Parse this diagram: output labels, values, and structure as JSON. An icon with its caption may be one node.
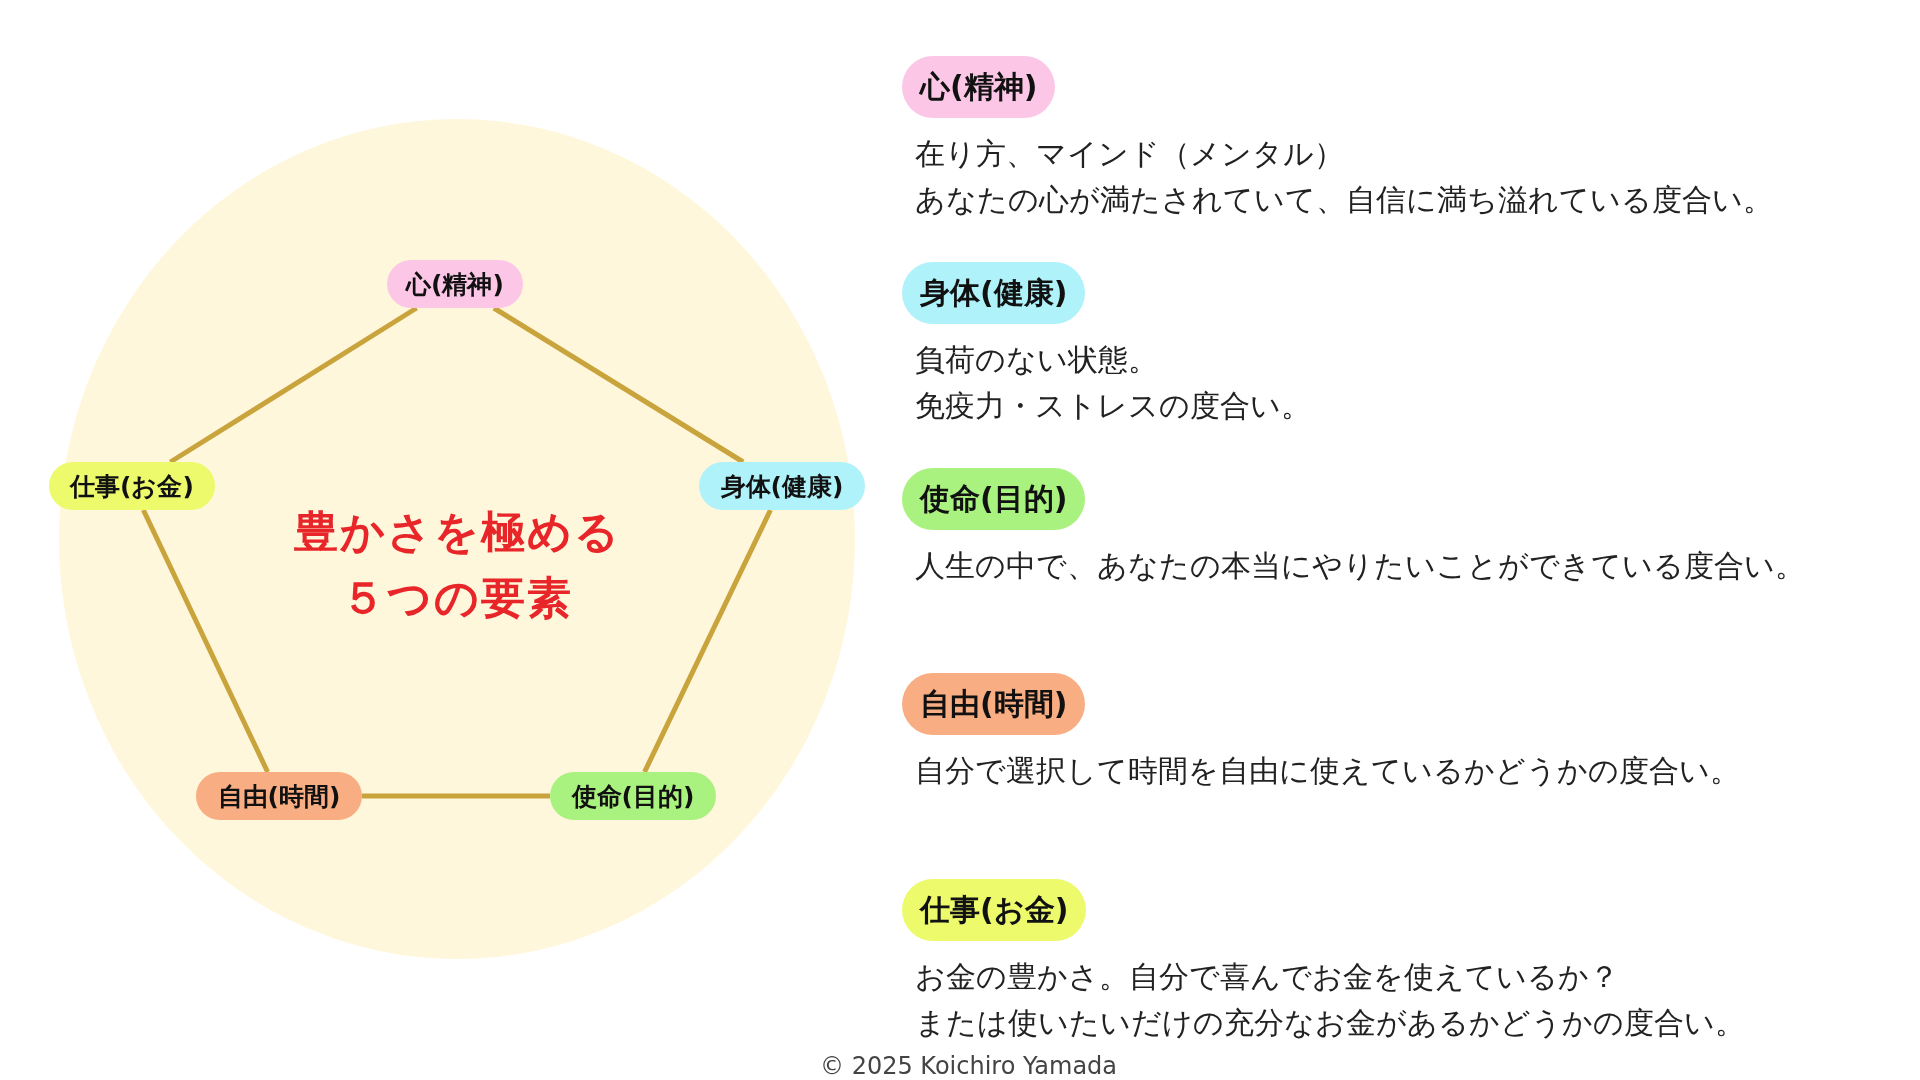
{
  "diagram": {
    "nodes": [
      {
        "text": [
          "豊かさを極める５つの要素"
        ]
      },
      {
        "text": [
          "心(精神)"
        ],
        "in": 0
      },
      {
        "text": [
          "身体(健康)"
        ],
        "in": 0
      },
      {
        "text": [
          "使命(目的)"
        ],
        "in": 0
      },
      {
        "text": [
          "自由(時間)"
        ],
        "in": 0
      },
      {
        "text": [
          "仕事(お金)"
        ],
        "in": 0
      },
      {
        "text": [
          "心(精神)"
        ],
        "beside": [
          "在り方、マインド（メンタル）",
          "あなたの心が満たされていて、自信に満ち溢れている度合い。"
        ]
      },
      {
        "text": [
          "身体(健康)"
        ],
        "beside": [
          "負荷のない状態。",
          "免疫力・ストレスの度合い。"
        ]
      },
      {
        "text": [
          "使命(目的)"
        ],
        "beside": [
          "人生の中で、あなたの本当にやりたいことができている度合い。"
        ]
      },
      {
        "text": [
          "自由(時間)"
        ],
        "beside": [
          "自分で選択して時間を自由に使えているかどうかの度合い。"
        ]
      },
      {
        "text": [
          "仕事(お金)"
        ],
        "beside": [
          "お金の豊かさ。自分で喜んでお金を使えているか？",
          "または使いたいだけの充分なお金があるかどうかの度合い。"
        ]
      }
    ],
    "edges": [
      {
        "from": 1,
        "to": 2,
        "arrow": "none",
        "color": "#c9a43c"
      },
      {
        "from": 2,
        "to": 3,
        "arrow": "none",
        "color": "#c9a43c"
      },
      {
        "from": 3,
        "to": 4,
        "arrow": "none",
        "color": "#c9a43c"
      },
      {
        "from": 4,
        "to": 5,
        "arrow": "none",
        "color": "#c9a43c"
      },
      {
        "from": 5,
        "to": 1,
        "arrow": "none",
        "color": "#c9a43c"
      }
    ],
    "labels": [
      "© 2025 Koichiro Yamada"
    ]
  }
}
